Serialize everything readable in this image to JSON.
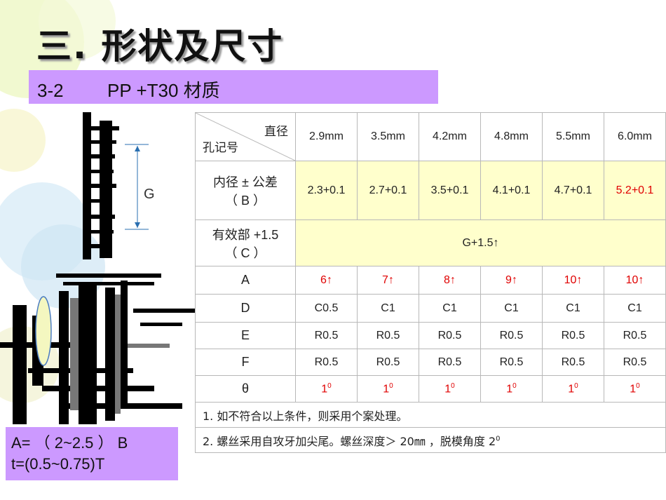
{
  "title": "三. 形状及尺寸",
  "subtitle": {
    "code": "3-2",
    "text": "PP +T30  材质"
  },
  "drawing": {
    "g_label": "G"
  },
  "formula": {
    "line1": "A= （ 2~2.5 ） B",
    "line2": "t=(0.5~0.75)T"
  },
  "table": {
    "header_top": "直径",
    "header_bottom": "孔记号",
    "diameters": [
      "2.9mm",
      "3.5mm",
      "4.2mm",
      "4.8mm",
      "5.5mm",
      "6.0mm"
    ],
    "inner_label_1": "内径 ± 公差",
    "inner_label_2": "（ B ）",
    "inner_values": [
      "2.3+0.1",
      "2.7+0.1",
      "3.5+0.1",
      "4.1+0.1",
      "4.7+0.1",
      "5.2+0.1"
    ],
    "effective_label_1": "有效部 +1.5",
    "effective_label_2": "（ C ）",
    "effective_value": "G+1.5↑",
    "a_label": "A",
    "a_values": [
      "6↑",
      "7↑",
      "8↑",
      "9↑",
      "10↑",
      "10↑"
    ],
    "d_label": "D",
    "d_values": [
      "C0.5",
      "C1",
      "C1",
      "C1",
      "C1",
      "C1"
    ],
    "e_label": "E",
    "e_values": [
      "R0.5",
      "R0.5",
      "R0.5",
      "R0.5",
      "R0.5",
      "R0.5"
    ],
    "f_label": "F",
    "f_values": [
      "R0.5",
      "R0.5",
      "R0.5",
      "R0.5",
      "R0.5",
      "R0.5"
    ],
    "theta_label": "θ",
    "theta_base": "1",
    "theta_sup": "0",
    "note1": "1. 如不符合以上条件，则采用个案处理。",
    "note2": "2. 螺丝采用自攻牙加尖尾。螺丝深度＞ 20㎜ ，脱模角度 2",
    "note2_sup": "0"
  },
  "colors": {
    "accent_box": "#cc99ff",
    "highlight_row": "#ffffcc",
    "red_text": "#e00000"
  }
}
